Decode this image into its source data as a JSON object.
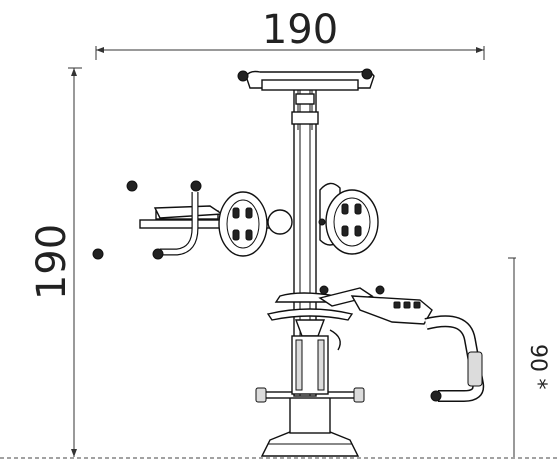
{
  "drawing": {
    "width_label": "190",
    "height_label": "190",
    "depth_label": "90",
    "depth_marker": "*"
  },
  "colors": {
    "line": "#111111",
    "dimension": "#333333",
    "background": "#ffffff"
  }
}
